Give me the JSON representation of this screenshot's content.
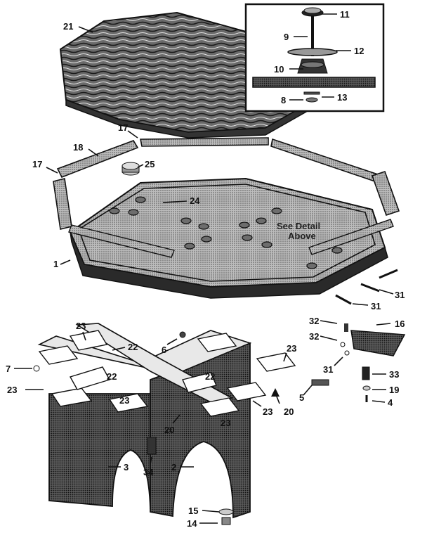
{
  "detail_note": [
    "See Detail",
    "Above"
  ],
  "callouts": [
    {
      "id": "c21",
      "label": "21"
    },
    {
      "id": "c11",
      "label": "11"
    },
    {
      "id": "c9",
      "label": "9"
    },
    {
      "id": "c12",
      "label": "12"
    },
    {
      "id": "c10",
      "label": "10"
    },
    {
      "id": "c8",
      "label": "8"
    },
    {
      "id": "c13",
      "label": "13"
    },
    {
      "id": "c17a",
      "label": "17"
    },
    {
      "id": "c18",
      "label": "18"
    },
    {
      "id": "c17b",
      "label": "17"
    },
    {
      "id": "c25",
      "label": "25"
    },
    {
      "id": "c24",
      "label": "24"
    },
    {
      "id": "c1",
      "label": "1"
    },
    {
      "id": "c31a",
      "label": "31"
    },
    {
      "id": "c31b",
      "label": "31"
    },
    {
      "id": "c23a",
      "label": "23"
    },
    {
      "id": "c22a",
      "label": "22"
    },
    {
      "id": "c6",
      "label": "6"
    },
    {
      "id": "c7",
      "label": "7"
    },
    {
      "id": "c22b",
      "label": "22"
    },
    {
      "id": "c22c",
      "label": "22"
    },
    {
      "id": "c23b",
      "label": "23"
    },
    {
      "id": "c23c",
      "label": "23"
    },
    {
      "id": "c23d",
      "label": "23"
    },
    {
      "id": "c23e",
      "label": "23"
    },
    {
      "id": "c23f",
      "label": "23"
    },
    {
      "id": "c20a",
      "label": "20"
    },
    {
      "id": "c20b",
      "label": "20"
    },
    {
      "id": "c5",
      "label": "5"
    },
    {
      "id": "c3",
      "label": "3"
    },
    {
      "id": "c34",
      "label": "34"
    },
    {
      "id": "c2",
      "label": "2"
    },
    {
      "id": "c15",
      "label": "15"
    },
    {
      "id": "c14",
      "label": "14"
    },
    {
      "id": "c32a",
      "label": "32"
    },
    {
      "id": "c32b",
      "label": "32"
    },
    {
      "id": "c16",
      "label": "16"
    },
    {
      "id": "c31c",
      "label": "31"
    },
    {
      "id": "c33",
      "label": "33"
    },
    {
      "id": "c19",
      "label": "19"
    },
    {
      "id": "c4",
      "label": "4"
    }
  ]
}
